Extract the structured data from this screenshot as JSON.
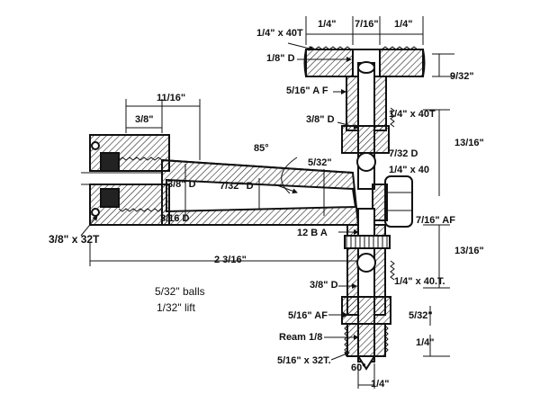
{
  "labels": {
    "thread_top_left": "1/4\" x 40T",
    "top_dim_1": "1/4\"",
    "top_dim_2": "7/16\"",
    "top_dim_3": "1/4\"",
    "top_bore": "1/8\" D",
    "top_right_dim": "9/32\"",
    "af_upper": "5/16\" A F",
    "bore_upper": "3/8\" D",
    "thread_upper_right": "1/4\" x 40T",
    "angle": "85°",
    "side_dim_upper": "13/16\"",
    "bore_7_32_right": "7/32 D",
    "thread_right_mid": "1/4\" x 40",
    "dim_11_16": "11/16\"",
    "dim_3_8": "3/8\"",
    "dim_5_32_mid": "5/32\"",
    "bore_3_8_arm": "3/8\" D",
    "bore_7_32_arm": "7/32\" D",
    "bore_3_16": "3/16 D",
    "af_right": "7/16\" AF",
    "thread_left": "3/8\" x 32T",
    "dim_length": "2 3/16\"",
    "thread_12ba": "12 B A",
    "side_dim_lower": "13/16\"",
    "bore_lower": "3/8\" D",
    "thread_lower_right": "1/4\" x 40.T.",
    "note_balls": "5/32\" balls",
    "note_lift": "1/32\" lift",
    "af_lower": "5/16\" AF",
    "dim_5_32_lower": "5/32\"",
    "ream": "Ream 1/8",
    "dim_1_4_lower_right": "1/4\"",
    "thread_bottom": "5/16\" x 32T.",
    "angle_bottom": "60°",
    "dim_1_4_bottom": "1/4\""
  }
}
